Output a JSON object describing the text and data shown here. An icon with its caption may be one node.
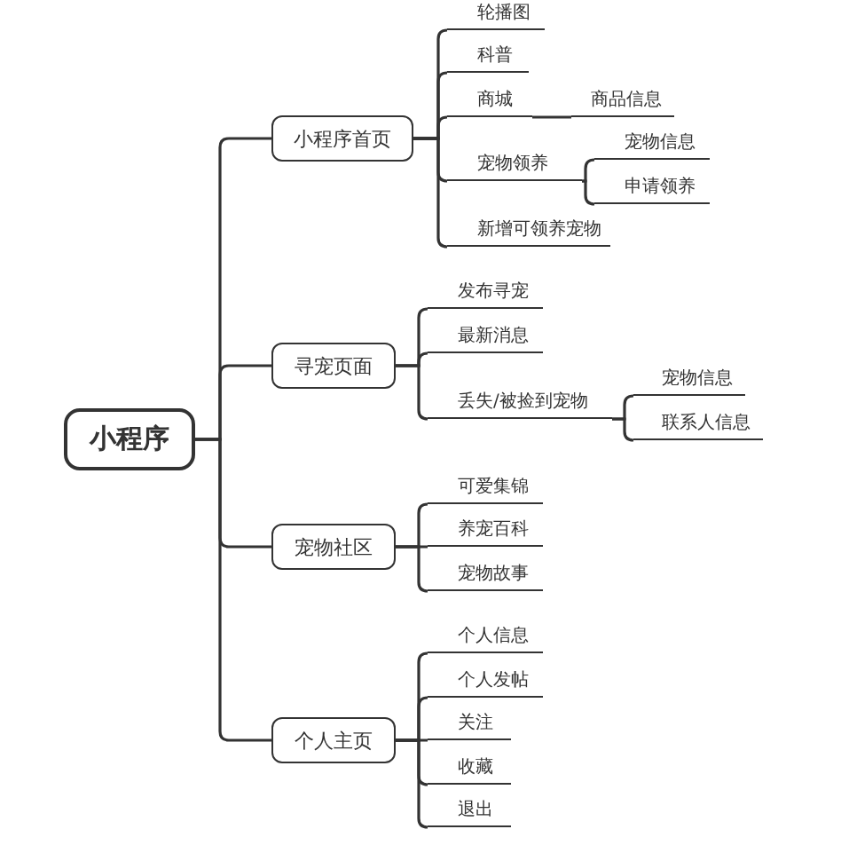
{
  "diagram": {
    "nodes": [
      {
        "text": [
          "小程序"
        ]
      },
      {
        "text": [
          "小程序首页"
        ]
      },
      {
        "text": [
          "轮播图"
        ]
      },
      {
        "text": [
          "科普"
        ]
      },
      {
        "text": [
          "商城"
        ]
      },
      {
        "text": [
          "商品信息"
        ]
      },
      {
        "text": [
          "宠物领养"
        ]
      },
      {
        "text": [
          "宠物信息"
        ]
      },
      {
        "text": [
          "申请领养"
        ]
      },
      {
        "text": [
          "新增可领养宠物"
        ]
      },
      {
        "text": [
          "寻宠页面"
        ]
      },
      {
        "text": [
          "发布寻宠"
        ]
      },
      {
        "text": [
          "最新消息"
        ]
      },
      {
        "text": [
          "丢失/被捡到宠物"
        ]
      },
      {
        "text": [
          "宠物信息"
        ]
      },
      {
        "text": [
          "联系人信息"
        ]
      },
      {
        "text": [
          "宠物社区"
        ]
      },
      {
        "text": [
          "可爱集锦"
        ]
      },
      {
        "text": [
          "养宠百科"
        ]
      },
      {
        "text": [
          "宠物故事"
        ]
      },
      {
        "text": [
          "个人主页"
        ]
      },
      {
        "text": [
          "个人信息"
        ]
      },
      {
        "text": [
          "个人发帖"
        ]
      },
      {
        "text": [
          "关注"
        ]
      },
      {
        "text": [
          "收藏"
        ]
      },
      {
        "text": [
          "退出"
        ]
      }
    ],
    "edges": [
      {
        "from": 0,
        "to": 1,
        "arrow": "none"
      },
      {
        "from": 0,
        "to": 10,
        "arrow": "none"
      },
      {
        "from": 0,
        "to": 16,
        "arrow": "none"
      },
      {
        "from": 0,
        "to": 20,
        "arrow": "none"
      },
      {
        "from": 1,
        "to": 2,
        "arrow": "none"
      },
      {
        "from": 1,
        "to": 3,
        "arrow": "none"
      },
      {
        "from": 1,
        "to": 4,
        "arrow": "none"
      },
      {
        "from": 1,
        "to": 6,
        "arrow": "none"
      },
      {
        "from": 1,
        "to": 9,
        "arrow": "none"
      },
      {
        "from": 4,
        "to": 5,
        "arrow": "none"
      },
      {
        "from": 6,
        "to": 7,
        "arrow": "none"
      },
      {
        "from": 6,
        "to": 8,
        "arrow": "none"
      },
      {
        "from": 10,
        "to": 11,
        "arrow": "none"
      },
      {
        "from": 10,
        "to": 12,
        "arrow": "none"
      },
      {
        "from": 10,
        "to": 13,
        "arrow": "none"
      },
      {
        "from": 13,
        "to": 14,
        "arrow": "none"
      },
      {
        "from": 13,
        "to": 15,
        "arrow": "none"
      },
      {
        "from": 16,
        "to": 17,
        "arrow": "none"
      },
      {
        "from": 16,
        "to": 18,
        "arrow": "none"
      },
      {
        "from": 16,
        "to": 19,
        "arrow": "none"
      },
      {
        "from": 20,
        "to": 21,
        "arrow": "none"
      },
      {
        "from": 20,
        "to": 22,
        "arrow": "none"
      },
      {
        "from": 20,
        "to": 23,
        "arrow": "none"
      },
      {
        "from": 20,
        "to": 24,
        "arrow": "none"
      },
      {
        "from": 20,
        "to": 25,
        "arrow": "none"
      }
    ]
  }
}
